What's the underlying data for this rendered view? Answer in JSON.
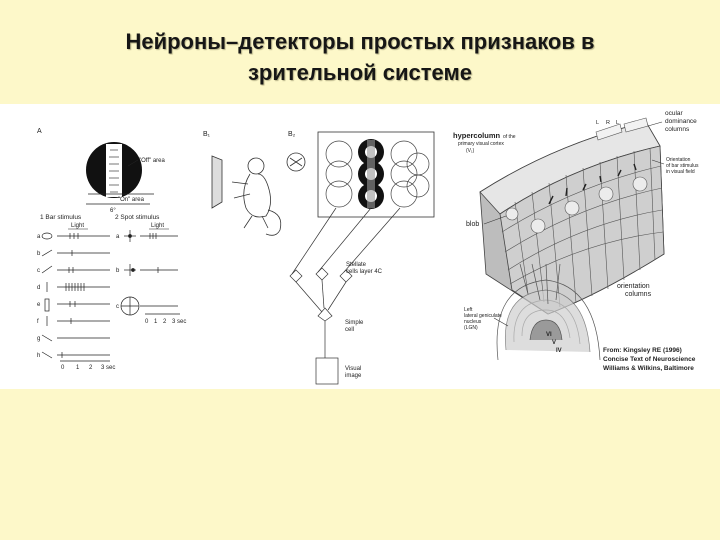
{
  "slide": {
    "title_line1": "Нейроны–детекторы простых признаков в",
    "title_line2": "зрительной системе"
  },
  "figure": {
    "panel_a": {
      "panel_label": "A",
      "off_area": "\"Off\" area",
      "on_area": "\"On\" area",
      "angle": "6°",
      "col1_heading": "1  Bar stimulus",
      "col2_heading": "2  Spot stimulus",
      "light": "Light",
      "row_letters": [
        "a",
        "b",
        "c",
        "d",
        "e",
        "f",
        "g",
        "h"
      ],
      "spot_letters": [
        "a",
        "b",
        "c"
      ],
      "axis1": [
        "0",
        "1",
        "2",
        "3 sec"
      ],
      "axis2": [
        "0",
        "1",
        "2",
        "3 sec"
      ]
    },
    "panel_b": {
      "b1_label": "B₁",
      "b2_label": "B₂",
      "stellate": [
        "Stellate",
        "cells layer 4C"
      ],
      "simple": [
        "Simple",
        "cell"
      ],
      "visual": [
        "Visual",
        "image"
      ]
    },
    "panel_c": {
      "hypercolumn": "hypercolumn",
      "hypercolumn_sub": [
        "of the",
        "primary visual cortex",
        "(V₁)"
      ],
      "ocular": [
        "ocular",
        "dominance",
        "columns"
      ],
      "orientation_bar": [
        "Orientation",
        "of bar stimulus",
        "in visual field"
      ],
      "blob": "blob",
      "orientation_columns": [
        "orientation",
        "columns"
      ],
      "lgn": [
        "Left",
        "lateral geniculate",
        "nucleus",
        "(LGN)"
      ],
      "lr_labels": [
        "L",
        "R",
        "L"
      ],
      "layers": [
        "VI",
        "V",
        "IV"
      ],
      "from": [
        "From: Kingsley RE (1996)",
        "Concise Text of Neuroscience",
        "Williams & Wilkins, Baltimore"
      ]
    }
  }
}
